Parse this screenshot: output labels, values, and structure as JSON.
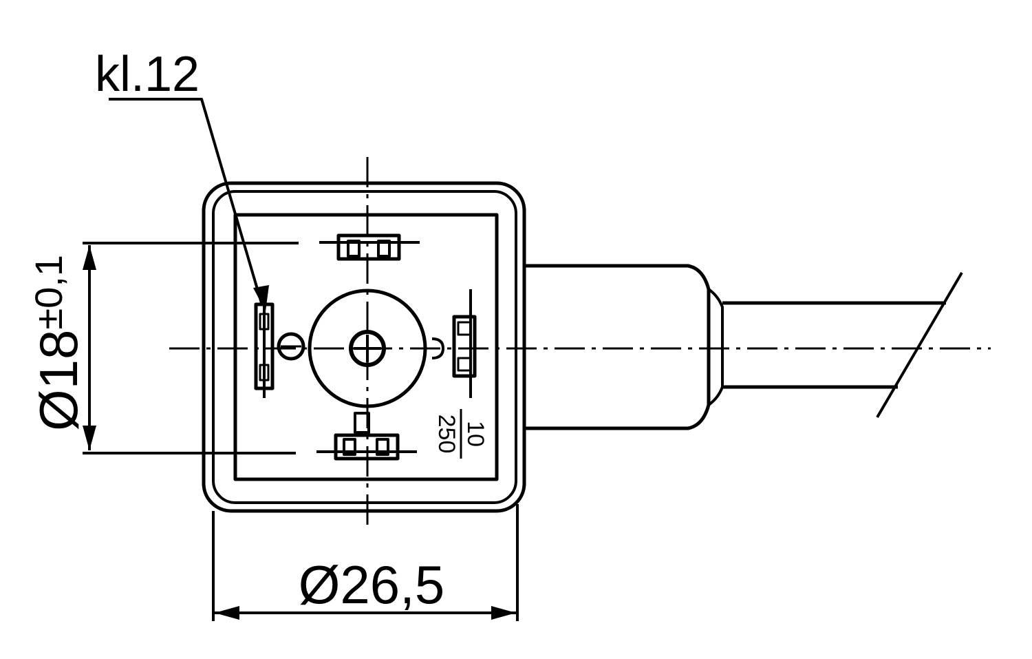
{
  "drawing": {
    "part_label": "kl.12",
    "height_dimension": {
      "symbol": "Ø",
      "value": "18",
      "tolerance": "±0,1"
    },
    "width_dimension": "Ø26,5",
    "fraction_label": {
      "numerator": "10",
      "denominator": "250"
    },
    "line_color": "#000000",
    "background_color": "#ffffff"
  }
}
